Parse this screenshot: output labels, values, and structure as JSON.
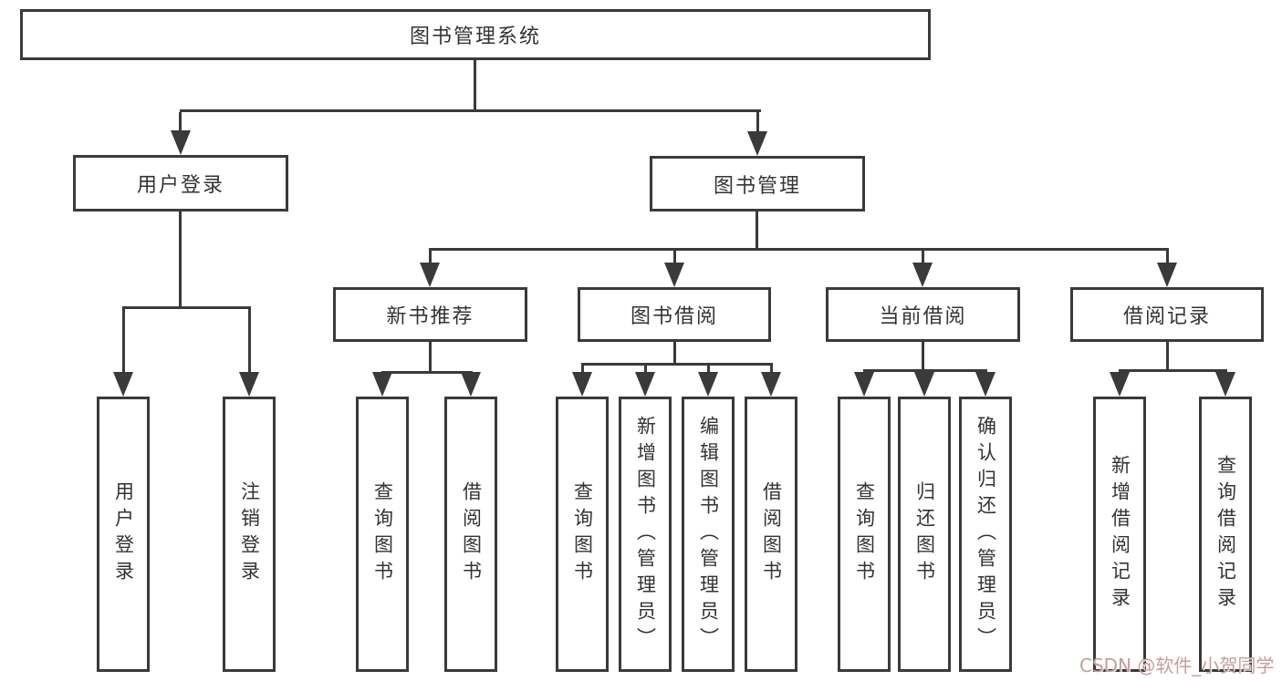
{
  "nodes": {
    "root": "图书管理系统",
    "user_login": "用户登录",
    "book_mgmt": "图书管理",
    "new_books": "新书推荐",
    "book_borrow": "图书借阅",
    "current_borrow": "当前借阅",
    "borrow_records": "借阅记录",
    "leaf_user_login": "用户登录",
    "leaf_logout": "注销登录",
    "nb_query_books": "查询图书",
    "nb_borrow_books": "借阅图书",
    "bb_query_books": "查询图书",
    "bb_add_books": "新增图书（管理员）",
    "bb_edit_books": "编辑图书（管理员）",
    "bb_borrow_books": "借阅图书",
    "cb_query_books": "查询图书",
    "cb_return_books": "归还图书",
    "cb_confirm_return": "确认归还（管理员）",
    "br_add_record": "新增借阅记录",
    "br_query_record": "查询借阅记录"
  },
  "watermark": "CSDN @软件_小贺同学",
  "colors": {
    "line": "#3a3a3a",
    "text": "#333333",
    "background": "#ffffff",
    "watermark": "#c89c9c"
  }
}
